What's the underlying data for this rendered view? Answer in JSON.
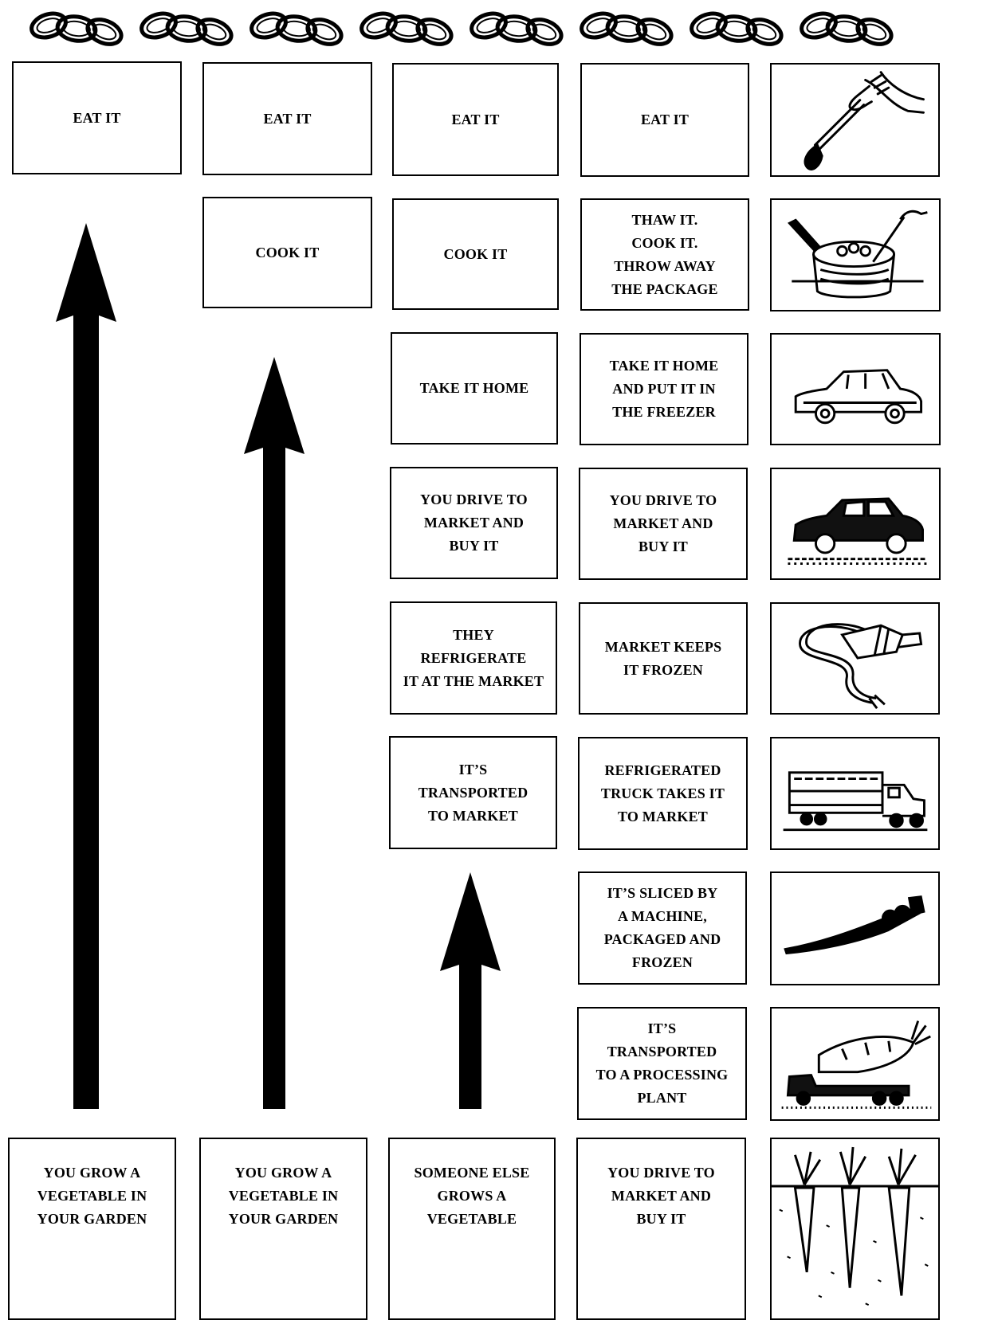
{
  "decoration": {
    "chain_icon": "chain-link-icon",
    "chain_count": 8
  },
  "columns": [
    {
      "id": "col1",
      "steps": [
        {
          "text": "EAT IT"
        },
        {
          "text": "YOU GROW A\nVEGETABLE IN\nYOUR GARDEN"
        }
      ]
    },
    {
      "id": "col2",
      "steps": [
        {
          "text": "EAT IT"
        },
        {
          "text": "COOK IT"
        },
        {
          "text": "YOU GROW A\nVEGETABLE IN\nYOUR GARDEN"
        }
      ]
    },
    {
      "id": "col3",
      "steps": [
        {
          "text": "EAT IT"
        },
        {
          "text": "COOK IT"
        },
        {
          "text": "TAKE IT HOME"
        },
        {
          "text": "YOU DRIVE TO\nMARKET AND\nBUY IT"
        },
        {
          "text": "THEY\nREFRIGERATE\nIT AT THE MARKET"
        },
        {
          "text": "IT’S\nTRANSPORTED\nTO MARKET"
        },
        {
          "text": "SOMEONE ELSE\nGROWS A\nVEGETABLE"
        }
      ]
    },
    {
      "id": "col4",
      "steps": [
        {
          "text": "EAT IT"
        },
        {
          "text": "THAW IT.\nCOOK IT.\nTHROW AWAY\nTHE PACKAGE"
        },
        {
          "text": "TAKE IT HOME\nAND PUT IT IN\nTHE FREEZER"
        },
        {
          "text": "YOU DRIVE TO\nMARKET AND\nBUY IT"
        },
        {
          "text": "MARKET KEEPS\nIT FROZEN"
        },
        {
          "text": "REFRIGERATED\nTRUCK TAKES IT\nTO MARKET"
        },
        {
          "text": "IT’S SLICED BY\nA MACHINE,\nPACKAGED AND\nFROZEN"
        },
        {
          "text": "IT’S\nTRANSPORTED\nTO A PROCESSING\nPLANT"
        },
        {
          "text": "YOU DRIVE TO\nMARKET AND\nBUY IT"
        }
      ]
    }
  ],
  "illustrations": [
    "hand-fork-icon",
    "cooking-pot-icon",
    "car-icon",
    "car-on-road-icon",
    "frozen-package-icon",
    "refrigerated-truck-icon",
    "sliced-vegetable-icon",
    "truck-with-carrot-icon",
    "carrots-in-ground-icon"
  ],
  "colors": {
    "ink": "#000000",
    "paper": "#ffffff"
  }
}
